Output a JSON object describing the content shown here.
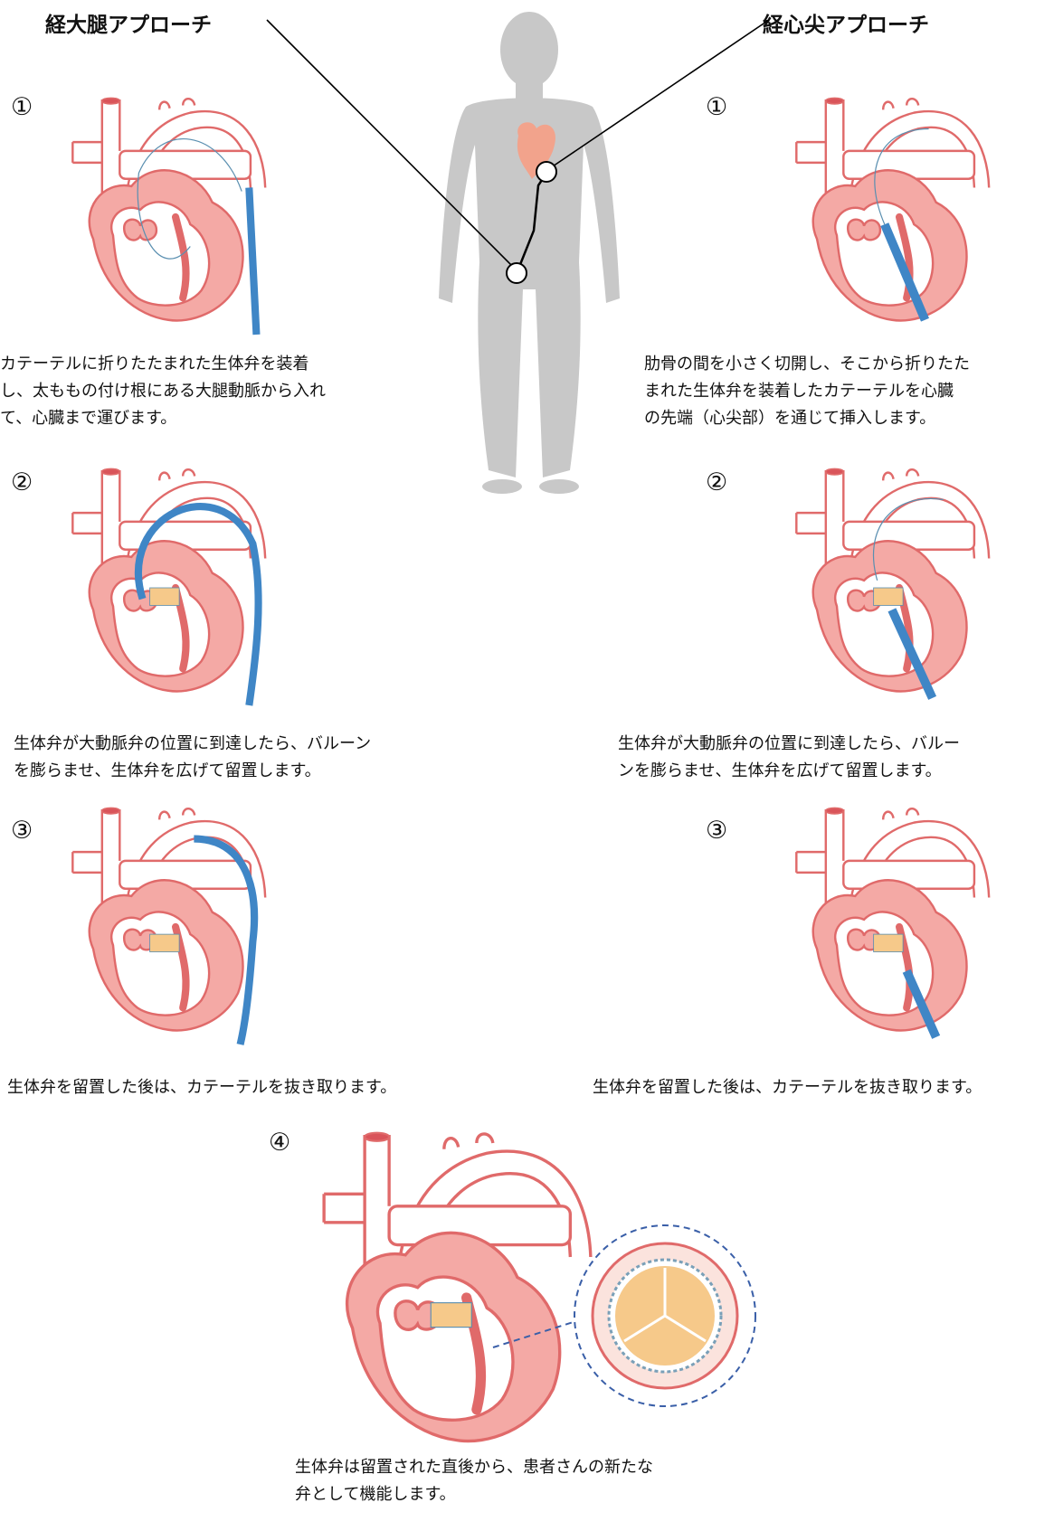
{
  "titles": {
    "femoral": "経大腿アプローチ",
    "apical": "経心尖アプローチ"
  },
  "femoral_steps": [
    {
      "num": "①",
      "lines": [
        "カテーテルに折りたたまれた生体弁を装着",
        "し、太ももの付け根にある大腿動脈から入れ",
        "て、心臓まで運びます。"
      ]
    },
    {
      "num": "②",
      "lines": [
        "生体弁が大動脈弁の位置に到達したら、バルーン",
        "を膨らませ、生体弁を広げて留置します。"
      ]
    },
    {
      "num": "③",
      "lines": [
        "生体弁を留置した後は、カテーテルを抜き取ります。"
      ]
    }
  ],
  "apical_steps": [
    {
      "num": "①",
      "lines": [
        "肋骨の間を小さく切開し、そこから折りたた",
        "まれた生体弁を装着したカテーテルを心臓",
        "の先端（心尖部）を通じて挿入します。"
      ]
    },
    {
      "num": "②",
      "lines": [
        "生体弁が大動脈弁の位置に到達したら、バルー",
        "ンを膨らませ、生体弁を広げて留置します。"
      ]
    },
    {
      "num": "③",
      "lines": [
        "生体弁を留置した後は、カテーテルを抜き取ります。"
      ]
    }
  ],
  "final_step": {
    "num": "④",
    "lines": [
      "生体弁は留置された直後から、患者さんの新たな",
      "弁として機能します。"
    ]
  },
  "colors": {
    "heart_outline": "#e06a6a",
    "heart_fill": "#f4a9a5",
    "catheter": "#3f86c6",
    "body": "#c8c8c8",
    "heart_icon": "#f2a38c",
    "valve": "#f6c98a",
    "dashed": "#3a5fa8"
  }
}
